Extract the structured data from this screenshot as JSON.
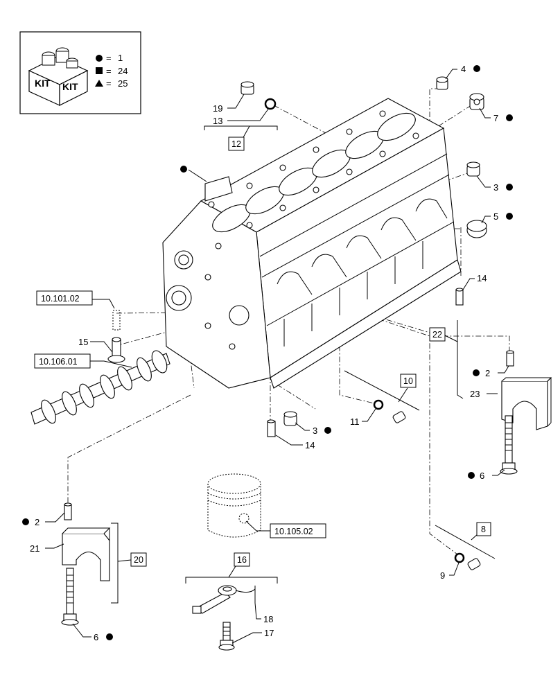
{
  "legend": {
    "kit_text": "KIT",
    "rows": [
      {
        "symbol": "circle",
        "eq": "=",
        "value": "1"
      },
      {
        "symbol": "square",
        "eq": "=",
        "value": "24"
      },
      {
        "symbol": "triangle",
        "eq": "=",
        "value": "25"
      }
    ]
  },
  "refs": {
    "r1": "10.101.02",
    "r2": "10.106.01",
    "r3": "10.105.02"
  },
  "groups": {
    "g12": "12",
    "g10": "10",
    "g22": "22",
    "g20": "20",
    "g16": "16",
    "g8": "8"
  },
  "labels": {
    "n19": "19",
    "n13": "13",
    "n4": "4",
    "n7": "7",
    "n3a": "3",
    "n5": "5",
    "n14a": "14",
    "n15": "15",
    "n2a": "2",
    "n23": "23",
    "n6a": "6",
    "n11": "11",
    "n3b": "3",
    "n14b": "14",
    "n2b": "2",
    "n21": "21",
    "n6b": "6",
    "n9": "9",
    "n18": "18",
    "n17": "17"
  },
  "icons": [
    "kit-box-icon",
    "circle-marker-icon",
    "square-marker-icon",
    "triangle-marker-icon"
  ]
}
